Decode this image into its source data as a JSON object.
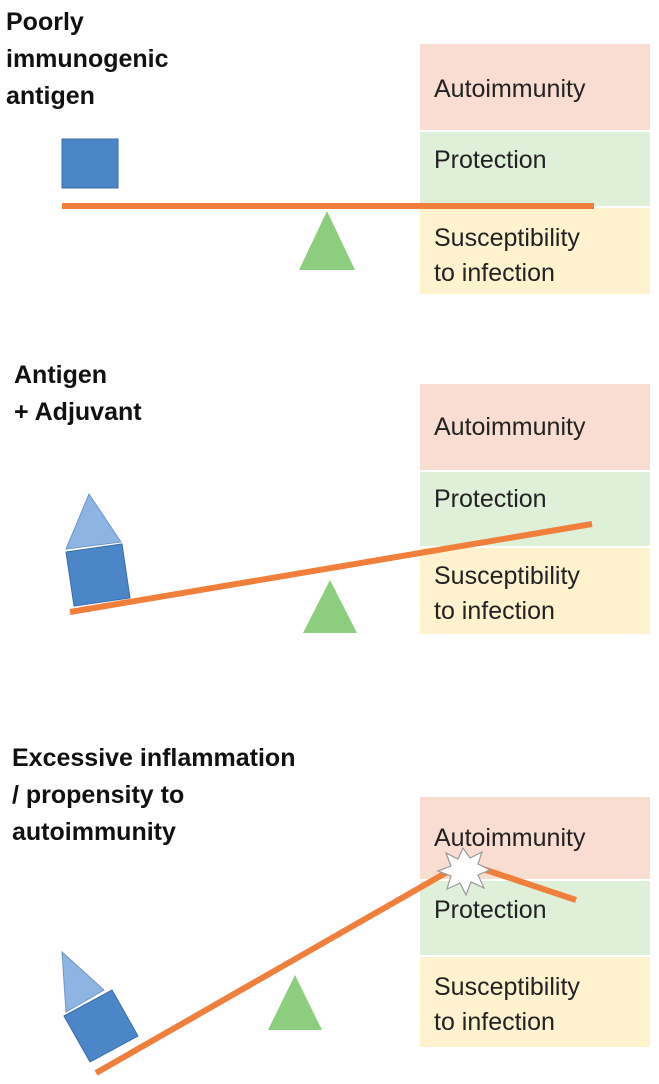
{
  "colors": {
    "autoimmunity_bg": "#f9ddd0",
    "protection_bg": "#dff0d8",
    "susceptibility_bg": "#fff3cf",
    "beam": "#f07f3c",
    "fulcrum": "#8cce7e",
    "antigen_square": "#4a86c8",
    "adjuvant_triangle": "#8db4e2",
    "burst": "#ffffff"
  },
  "icons": [
    "antigen-square-icon",
    "adjuvant-triangle-icon",
    "fulcrum-triangle-icon",
    "burst-icon"
  ],
  "panels": [
    {
      "title_lines": [
        "Poorly",
        "immunogenic",
        "antigen"
      ],
      "boxes": {
        "autoimmunity": [
          "Autoimmunity"
        ],
        "protection": [
          "Protection"
        ],
        "susceptibility": [
          "Susceptibility",
          "to infection"
        ]
      },
      "has_adjuvant": false,
      "outcome": "balanced"
    },
    {
      "title_lines": [
        "Antigen",
        "+ Adjuvant"
      ],
      "boxes": {
        "autoimmunity": [
          "Autoimmunity"
        ],
        "protection": [
          "Protection"
        ],
        "susceptibility": [
          "Susceptibility",
          "to infection"
        ]
      },
      "has_adjuvant": true,
      "outcome": "protection"
    },
    {
      "title_lines": [
        "Excessive inflammation",
        "/ propensity to",
        "autoimmunity"
      ],
      "boxes": {
        "autoimmunity": [
          "Autoimmunity"
        ],
        "protection": [
          "Protection"
        ],
        "susceptibility": [
          "Susceptibility",
          "to infection"
        ]
      },
      "has_adjuvant": true,
      "outcome": "autoimmunity (beam broken)"
    }
  ]
}
